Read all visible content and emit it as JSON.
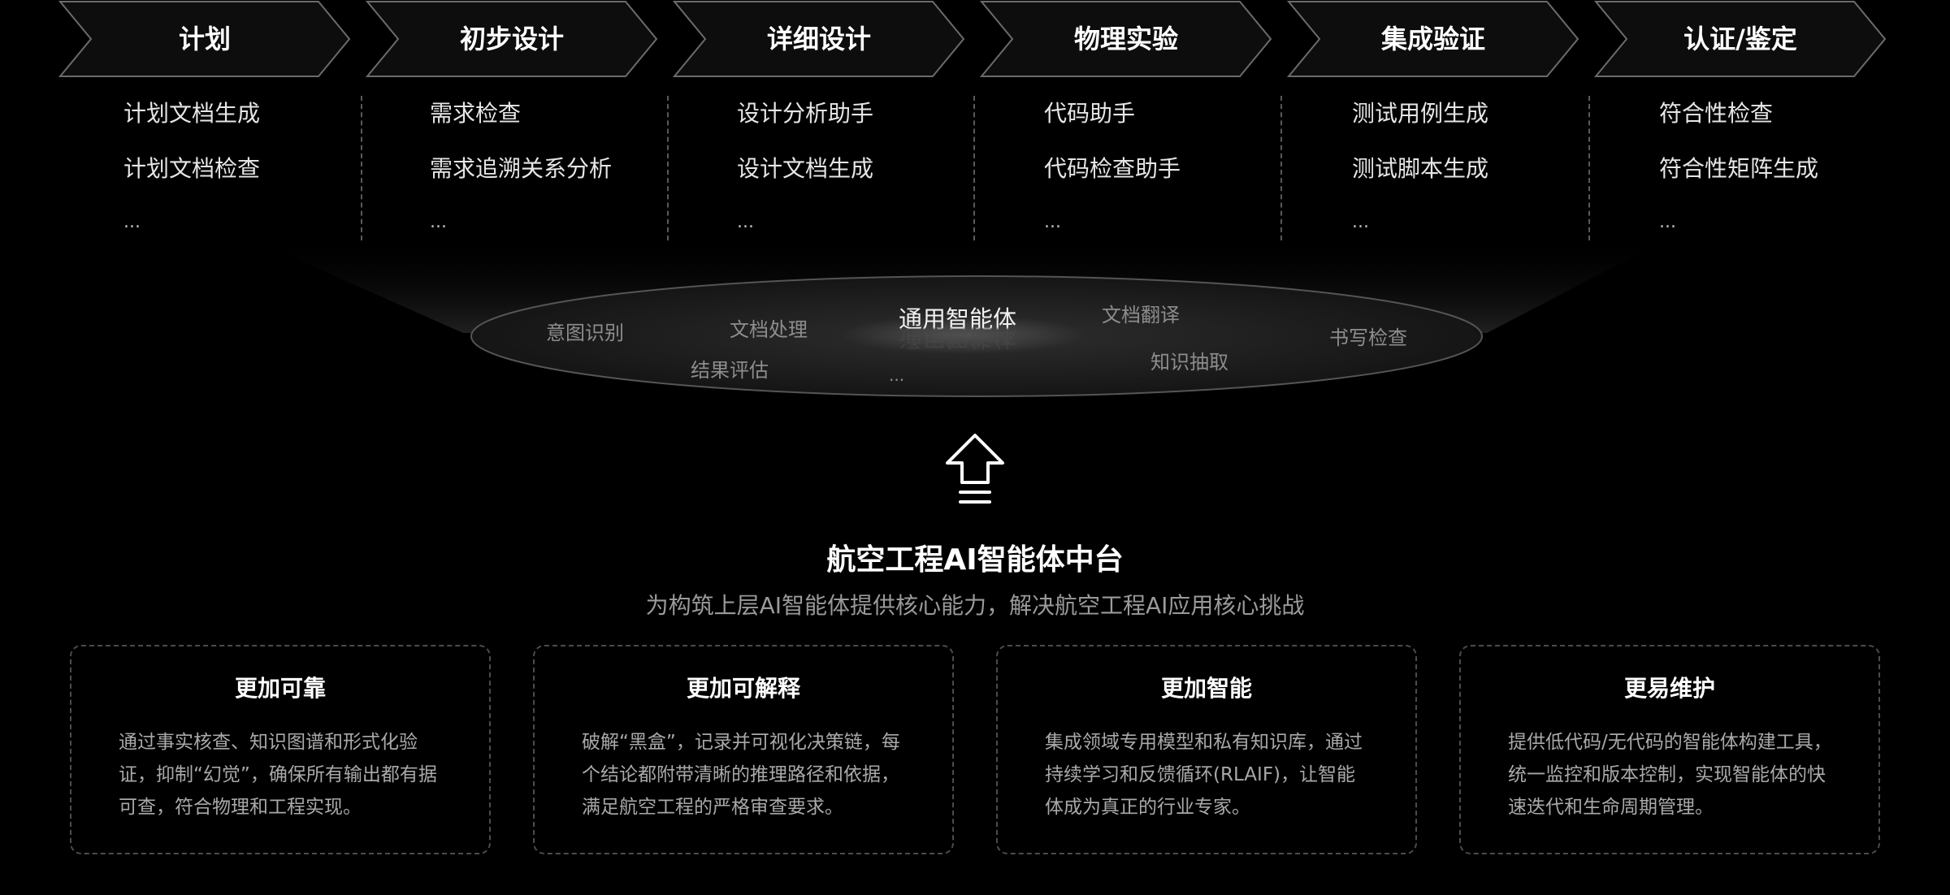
{
  "stages": [
    {
      "label": "计划",
      "items": [
        "计划文档生成",
        "计划文档检查"
      ],
      "more": "..."
    },
    {
      "label": "初步设计",
      "items": [
        "需求检查",
        "需求追溯关系分析"
      ],
      "more": "..."
    },
    {
      "label": "详细设计",
      "items": [
        "设计分析助手",
        "设计文档生成"
      ],
      "more": "..."
    },
    {
      "label": "物理实验",
      "items": [
        "代码助手",
        "代码检查助手"
      ],
      "more": "..."
    },
    {
      "label": "集成验证",
      "items": [
        "测试用例生成",
        "测试脚本生成"
      ],
      "more": "..."
    },
    {
      "label": "认证/鉴定",
      "items": [
        "符合性检查",
        "符合性矩阵生成"
      ],
      "more": "..."
    }
  ],
  "ellipse": {
    "center_label": "通用智能体",
    "labels": {
      "intent": "意图识别",
      "doc_processing": "文档处理",
      "doc_translation": "文档翻译",
      "writing_check": "书写检查",
      "result_eval": "结果评估",
      "knowledge_extract": "知识抽取",
      "more": "..."
    }
  },
  "hub": {
    "title": "航空工程AI智能体中台",
    "subtitle": "为构筑上层AI智能体提供核心能力，解决航空工程AI应用核心挑战"
  },
  "cards": [
    {
      "title": "更加可靠",
      "body": "通过事实核查、知识图谱和形式化验证，抑制“幻觉”，确保所有输出都有据可查，符合物理和工程实现。"
    },
    {
      "title": "更加可解释",
      "body": "破解“黑盒”，记录并可视化决策链，每个结论都附带清晰的推理路径和依据，满足航空工程的严格审查要求。"
    },
    {
      "title": "更加智能",
      "body": " 集成领域专用模型和私有知识库，通过持续学习和反馈循环(RLAIF)，让智能体成为真正的行业专家。"
    },
    {
      "title": "更易维护",
      "body": "提供低代码/无代码的智能体构建工具，统一监控和版本控制，实现智能体的快速迭代和生命周期管理。"
    }
  ],
  "colors": {
    "background": "#000000",
    "text_primary": "#ffffff",
    "text_secondary": "#9a9a9a",
    "border": "#4c4c4c"
  },
  "icons": {
    "hub_arrow": "upload-arrow-icon"
  }
}
